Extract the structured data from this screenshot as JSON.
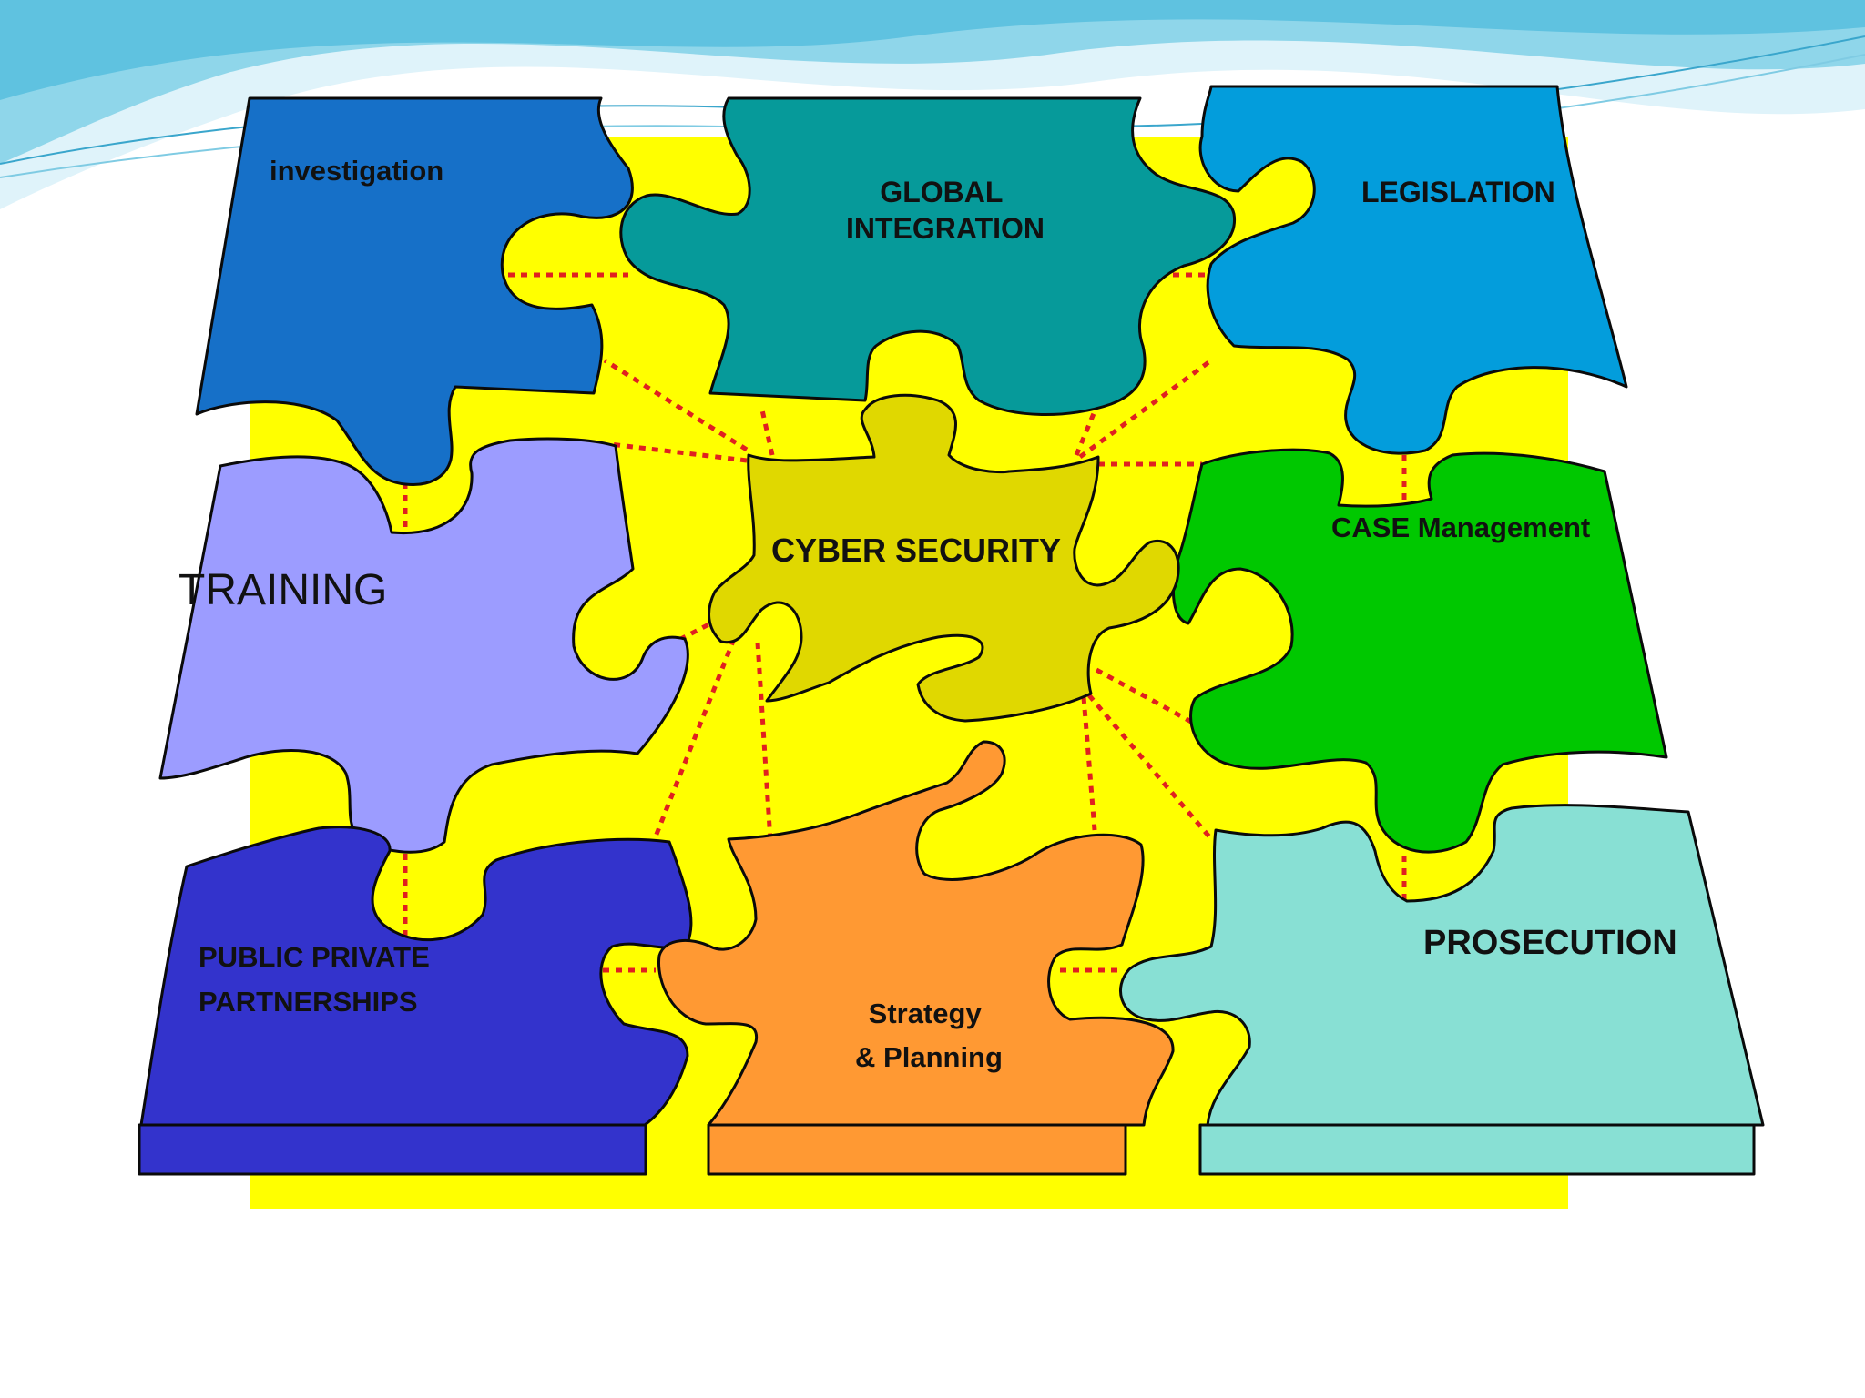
{
  "slide": {
    "background_color": "#ffffff",
    "board_color": "#ffff00",
    "link_color": "#e02020"
  },
  "center": {
    "label": "CYBER SECURITY",
    "color": "#e0d800"
  },
  "pieces": [
    {
      "id": "investigation",
      "label_lines": [
        "investigation"
      ],
      "color": "#1670c8"
    },
    {
      "id": "global-integration",
      "label_lines": [
        "GLOBAL",
        "INTEGRATION"
      ],
      "color": "#069a9a"
    },
    {
      "id": "legislation",
      "label_lines": [
        "LEGISLATION"
      ],
      "color": "#039ddc"
    },
    {
      "id": "training",
      "label_lines": [
        "TRAINING"
      ],
      "color": "#9c9cff"
    },
    {
      "id": "case-management",
      "label_lines": [
        "CASE Management"
      ],
      "color": "#00c800"
    },
    {
      "id": "public-private-partnerships",
      "label_lines": [
        "PUBLIC PRIVATE",
        "PARTNERSHIPS"
      ],
      "color": "#3333cc"
    },
    {
      "id": "strategy-planning",
      "label_lines": [
        "Strategy",
        "& Planning"
      ],
      "color": "#ff9933"
    },
    {
      "id": "prosecution",
      "label_lines": [
        "PROSECUTION"
      ],
      "color": "#88e0d4"
    }
  ]
}
